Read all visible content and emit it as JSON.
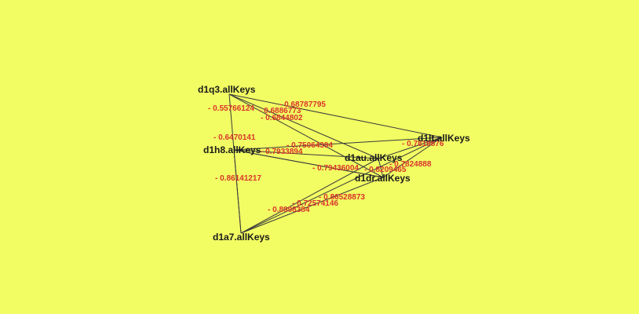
{
  "graph": {
    "colors": {
      "background": "#f2fd63",
      "edge": "#3a3a3a",
      "edge_label": "#d9342b",
      "node_label": "#1a1a1a"
    },
    "nodes": [
      {
        "id": "d1q3",
        "label": "d1q3.allKeys"
      },
      {
        "id": "d1h8",
        "label": "d1h8.allKeys"
      },
      {
        "id": "d1a7",
        "label": "d1a7.allKeys"
      },
      {
        "id": "d1au",
        "label": "d1au.allKeys"
      },
      {
        "id": "d1dr",
        "label": "d1dr.allKeys"
      },
      {
        "id": "d1lt",
        "label": "d1lt.allKeys"
      }
    ],
    "edges": [
      {
        "from": "d1q3",
        "to": "d1lt",
        "label": "- 0.68787795"
      },
      {
        "from": "d1q3",
        "to": "d1au",
        "label": "- 0.6886773"
      },
      {
        "from": "d1q3",
        "to": "d1dr",
        "label": "- 0.6844802"
      },
      {
        "from": "d1q3",
        "to": "d1a7",
        "label": "- 0.55766124"
      },
      {
        "from": "d1h8",
        "to": "d1lt",
        "label": "- 0.6470141"
      },
      {
        "from": "d1h8",
        "to": "d1au",
        "label": "- 0.75064394"
      },
      {
        "from": "d1h8",
        "to": "d1dr",
        "label": "- 0.7933894"
      },
      {
        "from": "d1h8",
        "to": "d1a7",
        "label": "- 0.86141217"
      },
      {
        "from": "d1au",
        "to": "d1lt",
        "label": "- 0.7819876"
      },
      {
        "from": "d1au",
        "to": "d1dr",
        "label": "- 0.7824888"
      },
      {
        "from": "d1dr",
        "to": "d1lt",
        "label": "- 0.8209465"
      },
      {
        "from": "d1h8",
        "to": "d1dr",
        "label": "- 0.79436004"
      },
      {
        "from": "d1a7",
        "to": "d1au",
        "label": "- 0.86528873"
      },
      {
        "from": "d1a7",
        "to": "d1dr",
        "label": "- 0.72574146"
      },
      {
        "from": "d1a7",
        "to": "d1lt",
        "label": "- 0.8998384"
      }
    ]
  }
}
